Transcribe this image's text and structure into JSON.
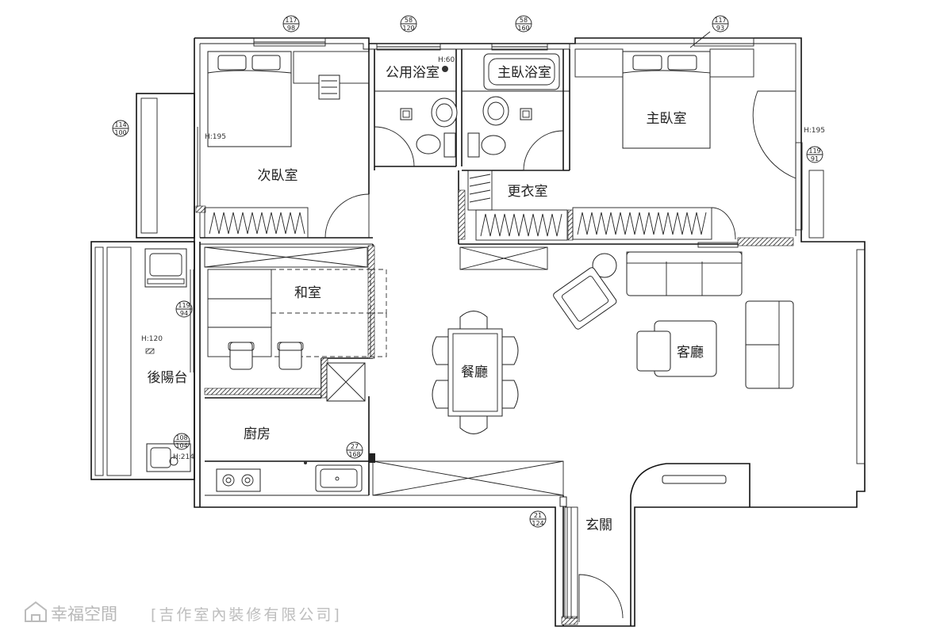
{
  "rooms": {
    "second_bedroom": "次臥室",
    "public_bath": "公用浴室",
    "master_bath": "主臥浴室",
    "master_bedroom": "主臥室",
    "walk_in_closet": "更衣室",
    "japanese_room": "和室",
    "dining": "餐廳",
    "living": "客廳",
    "back_balcony": "後陽台",
    "kitchen": "廚房",
    "entrance": "玄關"
  },
  "heights": {
    "second_bedroom": "H:195",
    "master_bedroom": "H:195",
    "public_bath": "H:60",
    "balcony": "H:120",
    "laundry": "H:214"
  },
  "window_tags": [
    {
      "top": "117",
      "bottom": "98"
    },
    {
      "top": "58",
      "bottom": "120"
    },
    {
      "top": "58",
      "bottom": "160"
    },
    {
      "top": "117",
      "bottom": "93"
    },
    {
      "top": "114",
      "bottom": "100"
    },
    {
      "top": "119",
      "bottom": "91"
    },
    {
      "top": "119",
      "bottom": "94"
    },
    {
      "top": "108",
      "bottom": "104"
    },
    {
      "top": "27",
      "bottom": "168"
    },
    {
      "top": "21",
      "bottom": "124"
    }
  ],
  "watermark": {
    "brand": "幸福空間",
    "company": "[吉作室內裝修有限公司]"
  }
}
